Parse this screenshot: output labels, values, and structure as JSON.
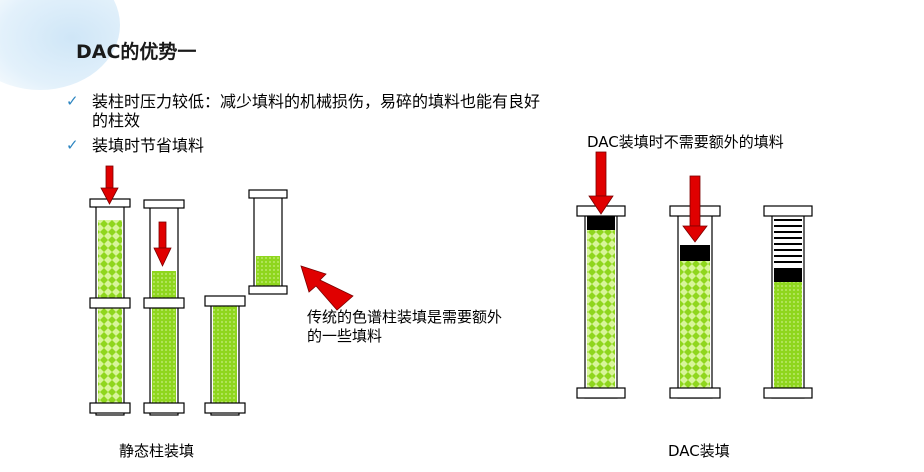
{
  "title": "DAC的优势一",
  "bullets": [
    {
      "icon": "check-icon",
      "text": "装柱时压力较低：减少填料的机械损伤，易碎的填料也能有良好的柱效"
    },
    {
      "icon": "check-icon",
      "text": "装填时节省填料"
    }
  ],
  "annotations": {
    "traditional": "传统的色谱柱装填是需要额外的一些填料",
    "dac_no_extra": "DAC装填时不需要额外的填料"
  },
  "captions": {
    "static": "静态柱装填",
    "dac": "DAC装填"
  },
  "colors": {
    "packing_green": "#8fd61e",
    "arrow_red": "#e00000",
    "check_blue": "#2e86c1"
  }
}
